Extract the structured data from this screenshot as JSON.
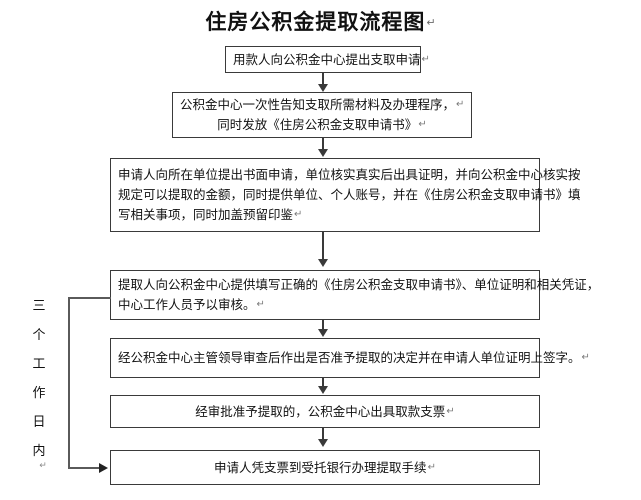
{
  "title": {
    "text": "住房公积金提取流程图",
    "paragraph_mark": "↵"
  },
  "paragraph_mark": "↵",
  "side_label": {
    "name": "three-working-days",
    "characters": [
      "三",
      "个",
      "工",
      "作",
      "日",
      "内"
    ],
    "text": "三个工作日内",
    "paragraph_mark": "↵"
  },
  "nodes": [
    {
      "id": "step-1",
      "name": "applicant-submits-withdrawal-request",
      "lines": [
        "用款人向公积金中心提出支取申请"
      ],
      "marks": [
        true
      ]
    },
    {
      "id": "step-2",
      "name": "fund-center-informs-materials",
      "lines": [
        "公积金中心一次性告知支取所需材料及办理程序，",
        "同时发放《住房公积金支取申请书》"
      ],
      "marks": [
        true,
        true
      ]
    },
    {
      "id": "step-3",
      "name": "applicant-submits-written-application-to-employer",
      "lines": [
        "申请人向所在单位提出书面申请，单位核实真实后出具证明，并向公积金中心核实按",
        "规定可以提取的金额，同时提供单位、个人账号，并在《住房公积金支取申请书》填",
        "写相关事项，同时加盖预留印鉴"
      ],
      "marks": [
        false,
        false,
        true
      ]
    },
    {
      "id": "step-4",
      "name": "submit-documents-for-review",
      "lines": [
        "提取人向公积金中心提供填写正确的《住房公积金支取申请书》、单位证明和相关凭证，",
        "中心工作人员予以审核。"
      ],
      "marks": [
        false,
        true
      ]
    },
    {
      "id": "step-5",
      "name": "leadership-approval-decision",
      "lines": [
        "经公积金中心主管领导审查后作出是否准予提取的决定并在申请人单位证明上签字。"
      ],
      "marks": [
        true
      ]
    },
    {
      "id": "step-6",
      "name": "issue-withdrawal-check",
      "lines": [
        "经审批准予提取的，公积金中心出具取款支票"
      ],
      "marks": [
        true
      ]
    },
    {
      "id": "step-7",
      "name": "applicant-withdraws-at-bank",
      "lines": [
        "申请人凭支票到受托银行办理提取手续"
      ],
      "marks": [
        true
      ]
    }
  ],
  "colors": {
    "border": "#3a3a3a",
    "text": "#111111",
    "connector": "#5a5a5a",
    "paragraph_mark": "#7a7a7a",
    "background": "#ffffff"
  }
}
